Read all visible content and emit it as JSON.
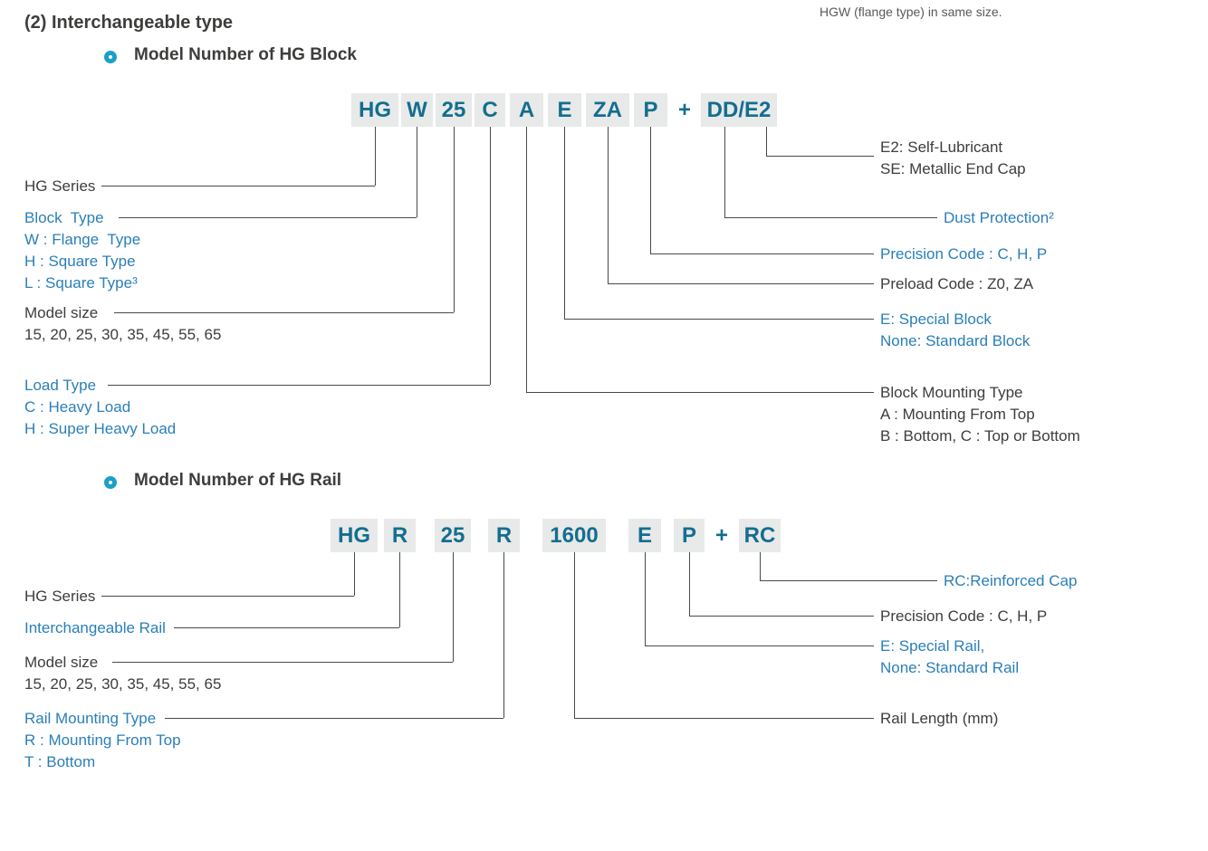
{
  "page": {
    "top_note": "HGW (flange type) in same size.",
    "section_title": "(2) Interchangeable type"
  },
  "colors": {
    "code_teal": "#136e90",
    "label_blue": "#2a7fb8",
    "text_dark": "#3d3d3b",
    "box_gray": "#e8e9e9",
    "line_gray": "#4a4a4a",
    "bullet_teal": "#1ba0c8"
  },
  "block": {
    "heading": "Model Number of HG Block",
    "codes": {
      "hg": "HG",
      "block_type": "W",
      "size": "25",
      "load": "C",
      "mount": "A",
      "special": "E",
      "preload": "ZA",
      "precision": "P",
      "plus": "+",
      "dust": "DD/E2"
    },
    "labels": {
      "hg_series": "HG Series",
      "block_type_title": "Block  Type",
      "block_type_w": "W : Flange  Type",
      "block_type_h": "H : Square Type",
      "block_type_l": "L : Square Type³",
      "model_size_title": "Model size",
      "model_size_values": "15, 20, 25, 30, 35, 45, 55, 65",
      "load_type_title": "Load Type",
      "load_type_c": "C : Heavy Load",
      "load_type_h": "H : Super Heavy Load",
      "e2": "E2: Self-Lubricant",
      "se": "SE: Metallic End Cap",
      "dust_protection": "Dust Protection²",
      "precision": "Precision Code : C, H, P",
      "preload": "Preload Code : Z0, ZA",
      "special_e": "E: Special Block",
      "special_none": "None: Standard Block",
      "mounting_title": "Block Mounting Type",
      "mounting_a": "A : Mounting From Top",
      "mounting_bc": "B : Bottom, C : Top or Bottom"
    }
  },
  "rail": {
    "heading": "Model Number of HG Rail",
    "codes": {
      "hg": "HG",
      "rail": "R",
      "size": "25",
      "mount": "R",
      "length": "1600",
      "special": "E",
      "precision": "P",
      "plus": "+",
      "rc": "RC"
    },
    "labels": {
      "hg_series": "HG Series",
      "interchangeable": "Interchangeable Rail",
      "model_size_title": "Model size",
      "model_size_values": "15, 20, 25, 30, 35, 45, 55, 65",
      "mounting_title": "Rail Mounting Type",
      "mounting_r": "R : Mounting From Top",
      "mounting_t": "T : Bottom",
      "rc": "RC:Reinforced Cap",
      "precision": "Precision Code : C, H, P",
      "special_e": "E: Special Rail,",
      "special_none": "None: Standard Rail",
      "rail_length": "Rail Length (mm)"
    }
  }
}
